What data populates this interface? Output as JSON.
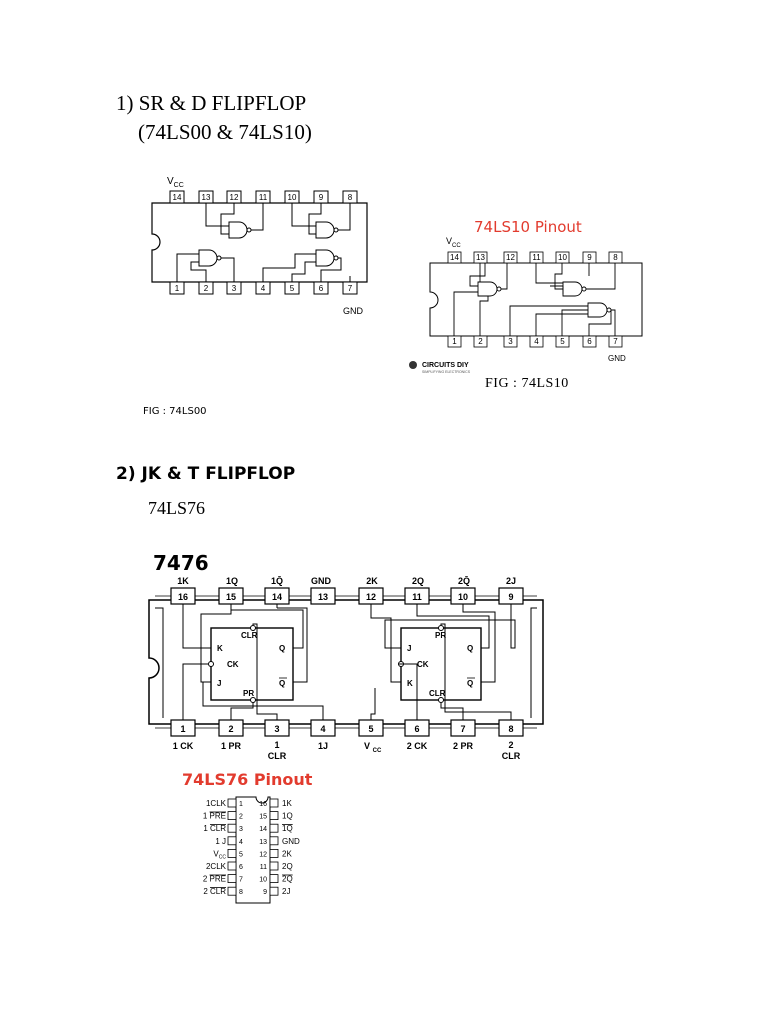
{
  "section1": {
    "heading_line1": "1) SR & D FLIPFLOP",
    "heading_line2": "(74LS00 & 74LS10)",
    "ls00": {
      "vcc": "V",
      "vcc_sub": "CC",
      "gnd": "GND",
      "top_pins": [
        "14",
        "13",
        "12",
        "11",
        "10",
        "9",
        "8"
      ],
      "bottom_pins": [
        "1",
        "2",
        "3",
        "4",
        "5",
        "6",
        "7"
      ],
      "caption": "FIG : 74LS00"
    },
    "ls10": {
      "title": "74LS10 Pinout",
      "vcc": "V",
      "vcc_sub": "CC",
      "gnd": "GND",
      "top_pins": [
        "14",
        "13",
        "12",
        "11",
        "10",
        "9",
        "8"
      ],
      "bottom_pins": [
        "1",
        "2",
        "3",
        "4",
        "5",
        "6",
        "7"
      ],
      "logo_text": "CIRCUITS DIY",
      "logo_tagline": "SIMPLIFYING ELECTRONICS",
      "caption": "FIG : 74LS10"
    }
  },
  "section2": {
    "heading": "2) JK & T FLIPFLOP",
    "subheading": "74LS76",
    "ic7476": {
      "title": "7476",
      "top_labels": [
        "1K",
        "1Q",
        "1Q̄",
        "GND",
        "2K",
        "2Q",
        "2Q̄",
        "2J"
      ],
      "top_pins": [
        "16",
        "15",
        "14",
        "13",
        "12",
        "11",
        "10",
        "9"
      ],
      "bottom_pins": [
        "1",
        "2",
        "3",
        "4",
        "5",
        "6",
        "7",
        "8"
      ],
      "bottom_labels": [
        "1 CK",
        "1 PR",
        "1",
        "1J",
        "V",
        "2 CK",
        "2 PR",
        "2"
      ],
      "bottom_labels_line2": [
        "",
        "",
        "CLR",
        "",
        "CC",
        "",
        "",
        "CLR"
      ],
      "ff1_labels": {
        "clr": "CLR",
        "k": "K",
        "ck": "CK",
        "j": "J",
        "pr": "PR",
        "q": "Q",
        "qbar": "Q"
      },
      "ff2_labels": {
        "pr": "PR",
        "j": "J",
        "ck": "CK",
        "k": "K",
        "clr": "CLR",
        "q": "Q",
        "qbar": "Q"
      }
    },
    "pinout76": {
      "title": "74LS76 Pinout",
      "left": [
        {
          "name": "1CLK",
          "bar": false,
          "prefix": "",
          "num": "1"
        },
        {
          "name": "PRE",
          "bar": true,
          "prefix": "1 ",
          "num": "2"
        },
        {
          "name": "CLR",
          "bar": true,
          "prefix": "1 ",
          "num": "3"
        },
        {
          "name": "1 J",
          "bar": false,
          "prefix": "",
          "num": "4"
        },
        {
          "name": "V",
          "bar": false,
          "prefix": "",
          "num": "5",
          "sub": "CC"
        },
        {
          "name": "2CLK",
          "bar": false,
          "prefix": "",
          "num": "6"
        },
        {
          "name": "PRE",
          "bar": true,
          "prefix": "2 ",
          "num": "7"
        },
        {
          "name": "CLR",
          "bar": true,
          "prefix": "2 ",
          "num": "8"
        }
      ],
      "right": [
        {
          "name": "1K",
          "num": "16",
          "bar": false
        },
        {
          "name": "1Q",
          "num": "15",
          "bar": false
        },
        {
          "name": "1Q",
          "num": "14",
          "bar": true
        },
        {
          "name": "GND",
          "num": "13",
          "bar": false
        },
        {
          "name": "2K",
          "num": "12",
          "bar": false
        },
        {
          "name": "2Q",
          "num": "11",
          "bar": false
        },
        {
          "name": "2Q",
          "num": "10",
          "bar": true
        },
        {
          "name": "2J",
          "num": "9",
          "bar": false
        }
      ]
    }
  },
  "colors": {
    "accent_red": "#e23b2e",
    "line": "#000000"
  }
}
